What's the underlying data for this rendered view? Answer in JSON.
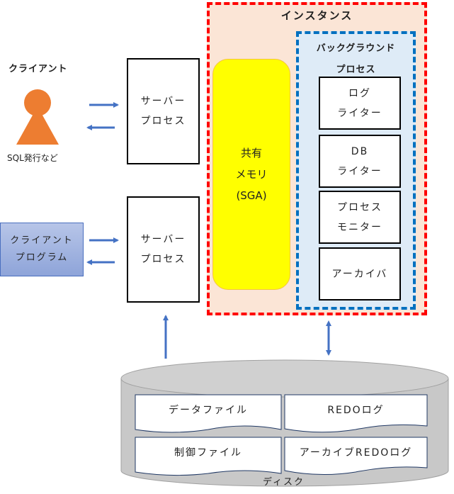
{
  "client": {
    "title": "クライアント",
    "caption": "SQL発行など",
    "person_color": "#ed7d31"
  },
  "client_program": {
    "line1": "クライアント",
    "line2": "プログラム"
  },
  "server_processes": [
    {
      "line1": "サーバー",
      "line2": "プロセス"
    },
    {
      "line1": "サーバー",
      "line2": "プロセス"
    }
  ],
  "instance": {
    "title": "インスタンス",
    "border_color": "#ff0000",
    "fill_color": "#fbe5d6"
  },
  "sga": {
    "line1": "共有",
    "line2": "メモリ",
    "line3": "(SGA)",
    "fill_color": "#ffff00"
  },
  "background_processes": {
    "title_line1": "バックグラウンド",
    "title_line2": "プロセス",
    "border_color": "#0070c0",
    "fill_color": "#deebf7",
    "items": [
      {
        "line1": "ログ",
        "line2": "ライター"
      },
      {
        "line1": "DB",
        "line2": "ライター"
      },
      {
        "line1": "プロセス",
        "line2": "モニター"
      },
      {
        "line1": "アーカイバ",
        "line2": ""
      }
    ]
  },
  "disk": {
    "label": "ディスク",
    "files": [
      "データファイル",
      "REDOログ",
      "制御ファイル",
      "アーカイブREDOログ"
    ]
  },
  "arrow_color": "#4472c4"
}
